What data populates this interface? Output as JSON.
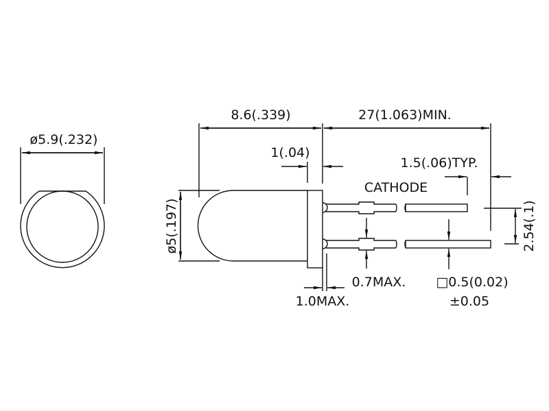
{
  "labels": {
    "lens_diameter": "ø5.9(.232)",
    "body_length": "8.6(.339)",
    "lead_length": "27(1.063)MIN.",
    "flange_thickness": "1(.04)",
    "lead_offset": "1.5(.06)TYP.",
    "cathode": "CATHODE",
    "body_diameter": "ø5(.197)",
    "lead_spacing": "2.54(.1)",
    "kink_width": "0.7MAX.",
    "lead_size": "□0.5(0.02)",
    "lead_tolerance": "±0.05",
    "meniscus": "1.0MAX."
  },
  "colors": {
    "line": "#111111",
    "background": "#ffffff"
  }
}
